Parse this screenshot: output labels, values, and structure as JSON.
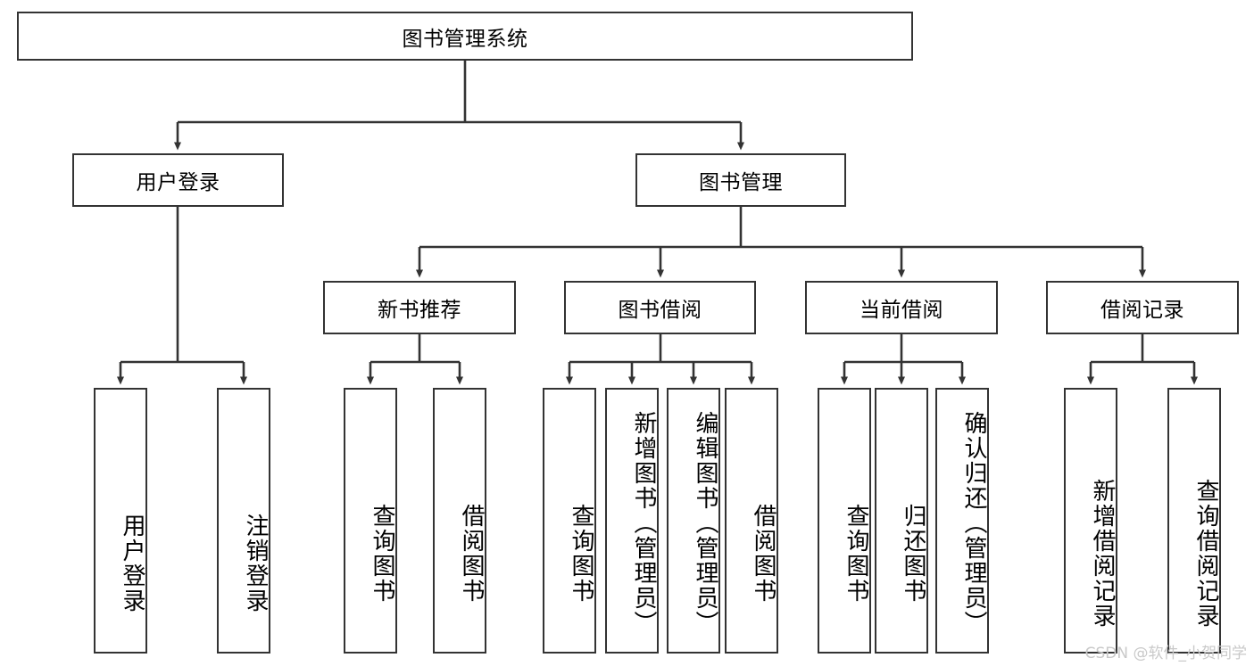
{
  "diagram": {
    "title": "图书管理系统",
    "watermark": "CSDN @软件_小贺同学",
    "colors": {
      "node_border": "#333333",
      "node_fill": "#ffffff",
      "edge": "#333333",
      "watermark": "#c9c9c9",
      "background": "#ffffff"
    },
    "root": {
      "label": "图书管理系统"
    },
    "level2": [
      {
        "label": "用户登录"
      },
      {
        "label": "图书管理"
      }
    ],
    "level3": [
      {
        "label": "新书推荐"
      },
      {
        "label": "图书借阅"
      },
      {
        "label": "当前借阅"
      },
      {
        "label": "借阅记录"
      }
    ],
    "leaves": {
      "user_login": [
        {
          "label": "用户登录"
        },
        {
          "label": "注销登录"
        }
      ],
      "new_books": [
        {
          "label": "查询图书"
        },
        {
          "label": "借阅图书"
        }
      ],
      "book_borrow": [
        {
          "label": "查询图书"
        },
        {
          "label": "新增图书（管理员）"
        },
        {
          "label": "编辑图书（管理员）"
        },
        {
          "label": "借阅图书"
        }
      ],
      "current_borrow": [
        {
          "label": "查询图书"
        },
        {
          "label": "归还图书"
        },
        {
          "label": "确认归还（管理员）"
        }
      ],
      "borrow_records": [
        {
          "label": "新增借阅记录"
        },
        {
          "label": "查询借阅记录"
        }
      ]
    }
  }
}
